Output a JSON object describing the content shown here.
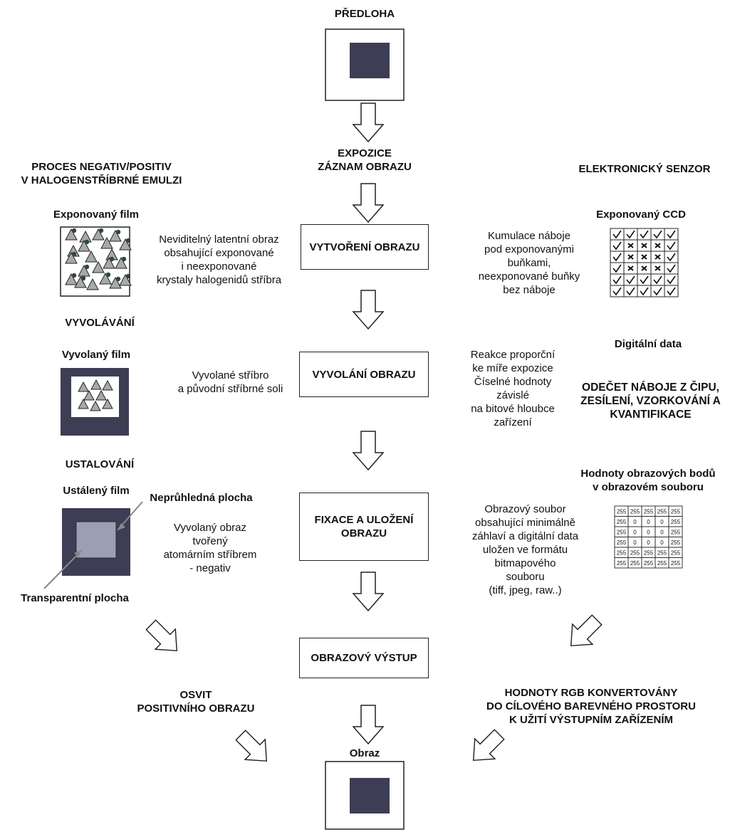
{
  "top": {
    "title": "PŘEDLOHA"
  },
  "exposure": {
    "line1": "EXPOZICE",
    "line2": "ZÁZNAM OBRAZU"
  },
  "left_header": {
    "line1": "PROCES NEGATIV/POSITIV",
    "line2": "V HALOGENSTŘÍBRNÉ EMULZI"
  },
  "right_header": {
    "text": "ELEKTRONICKÝ SENZOR"
  },
  "center": {
    "step1": "VYTVOŘENÍ OBRAZU",
    "step2": "VYVOLÁNÍ OBRAZU",
    "step3_line1": "FIXACE A ULOŽENÍ",
    "step3_line2": "OBRAZU",
    "step4": "OBRAZOVÝ VÝSTUP",
    "result": "Obraz"
  },
  "left": {
    "exposed_film": "Exponovaný film",
    "latent_desc": [
      "Neviditelný latentní obraz",
      "obsahující exponované",
      "i neexponované",
      "krystaly halogenidů stříbra"
    ],
    "developing": "VYVOLÁVÁNÍ",
    "developed_film": "Vyvolaný film",
    "developed_desc": [
      "Vyvolané stříbro",
      "a původní stříbrné soli"
    ],
    "fixing": "USTALOVÁNÍ",
    "fixed_film": "Ustálený film",
    "opaque_area": "Neprůhledná plocha",
    "transparent_area": "Transparentní plocha",
    "fixed_desc": [
      "Vyvolaný obraz",
      "tvořený",
      "atomárním stříbrem",
      "- negativ"
    ],
    "print_line1": "OSVIT",
    "print_line2": "POSITIVNÍHO OBRAZU"
  },
  "right": {
    "exposed_ccd": "Exponovaný CCD",
    "charge_desc": [
      "Kumulace náboje",
      "pod exponovanými",
      "buňkami,",
      "neexponované buňky",
      "bez náboje"
    ],
    "ccd_grid": [
      [
        "check",
        "check",
        "check",
        "check",
        "check"
      ],
      [
        "check",
        "cross",
        "cross",
        "cross",
        "check"
      ],
      [
        "check",
        "cross",
        "cross",
        "cross",
        "check"
      ],
      [
        "check",
        "cross",
        "cross",
        "cross",
        "check"
      ],
      [
        "check",
        "check",
        "check",
        "check",
        "check"
      ],
      [
        "check",
        "check",
        "check",
        "check",
        "check"
      ]
    ],
    "digital_data": "Digitální data",
    "reaction_desc": [
      "Reakce proporční",
      "ke míře expozice",
      "Číselné hodnoty",
      "závislé",
      "na bitové hloubce",
      "zařízení"
    ],
    "readout": [
      "ODEČET NÁBOJE Z ČIPU,",
      "ZESÍLENÍ, VZORKOVÁNÍ A",
      "KVANTIFIKACE"
    ],
    "pixel_values_title": [
      "Hodnoty obrazových bodů",
      "v obrazovém souboru"
    ],
    "pixel_grid": [
      [
        "255",
        "255",
        "255",
        "255",
        "255"
      ],
      [
        "255",
        "0",
        "0",
        "0",
        "255"
      ],
      [
        "255",
        "0",
        "0",
        "0",
        "255"
      ],
      [
        "255",
        "0",
        "0",
        "0",
        "255"
      ],
      [
        "255",
        "255",
        "255",
        "255",
        "255"
      ],
      [
        "255",
        "255",
        "255",
        "255",
        "255"
      ]
    ],
    "file_desc": [
      "Obrazový soubor",
      "obsahující minimálně",
      "záhlaví a digitální data",
      "uložen ve formátu",
      "bitmapového",
      "souboru",
      "(tiff, jpeg, raw..)"
    ],
    "rgb_line1": "HODNOTY RGB KONVERTOVÁNY",
    "rgb_line2": "DO CÍLOVÉHO BAREVNÉHO PROSTORU",
    "rgb_line3": "K UŽITÍ VÝSTUPNÍM ZAŘÍZENÍM"
  },
  "colors": {
    "dark_fill": "#3d3e55",
    "mid_fill": "#9c9fb2",
    "crystal": "#a9aaa8",
    "dot": "#2b4a36"
  }
}
